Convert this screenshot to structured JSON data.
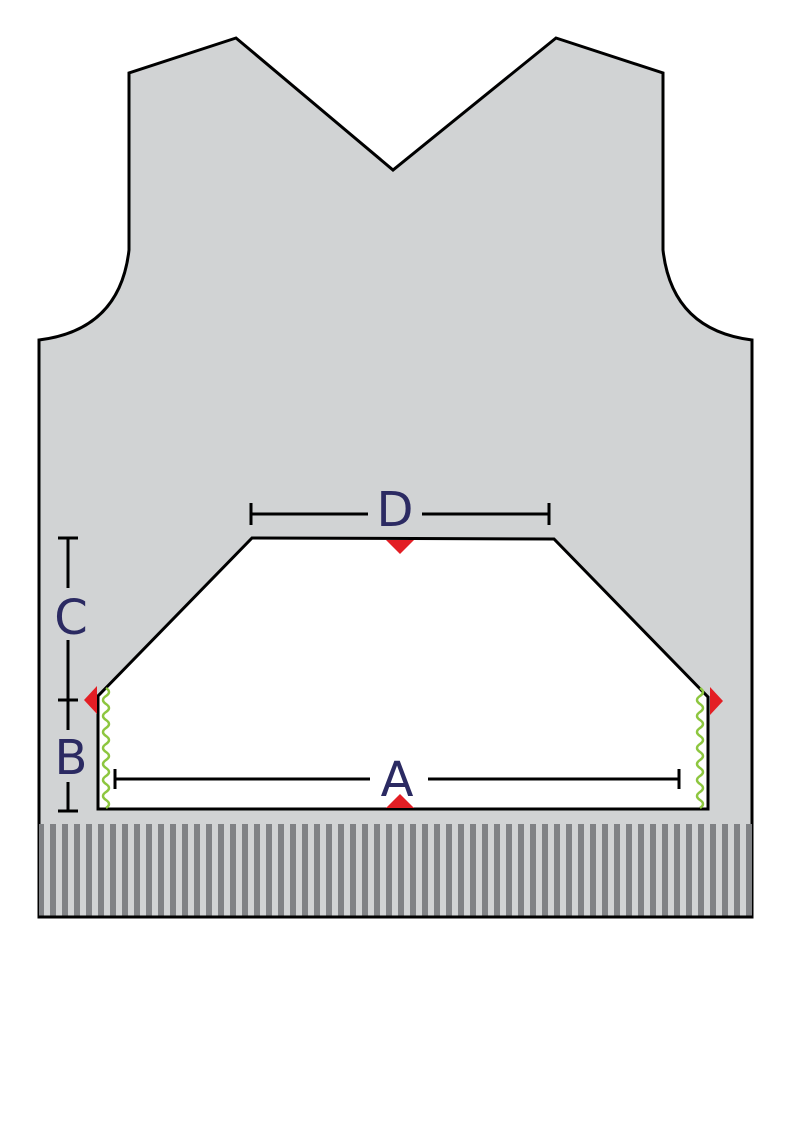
{
  "labels": {
    "a": "A",
    "b": "B",
    "c": "C",
    "d": "D"
  },
  "colors": {
    "body_fill": "#d1d3d4",
    "outline": "#000000",
    "label_text": "#2b2a62",
    "marker": "#e31e24",
    "seam_zigzag": "#8dc63f",
    "ribbing_light": "#d1d3d4",
    "ribbing_dark": "#808285",
    "pocket_fill": "#ffffff"
  },
  "icons": {
    "seam_marker": "red-diamond-marker",
    "side_seam": "green-zigzag-seam"
  }
}
